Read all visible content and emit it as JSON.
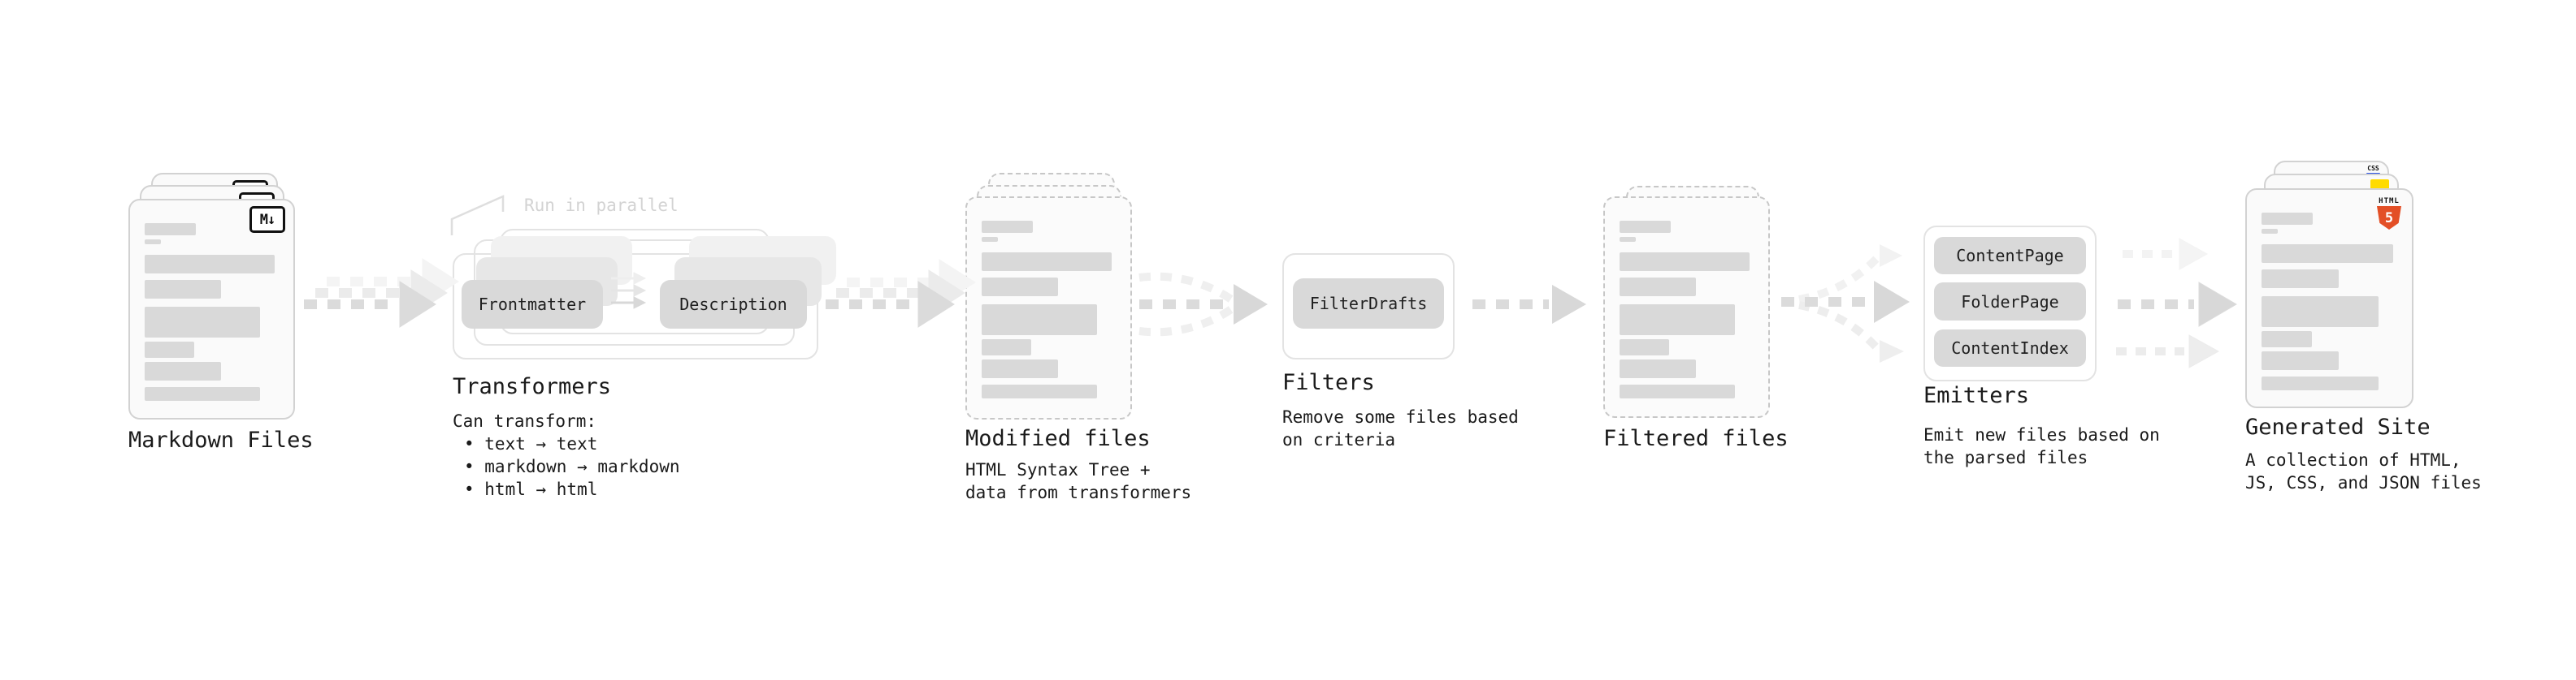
{
  "markdown": {
    "badge": "M↓",
    "title": "Markdown Files"
  },
  "transformers": {
    "parallel_label": "Run in parallel",
    "box1": "Frontmatter",
    "box2": "Description",
    "title": "Transformers",
    "desc_head": "Can transform:",
    "bullets": [
      "• text → text",
      "• markdown → markdown",
      "• html → html"
    ]
  },
  "modified": {
    "title": "Modified files",
    "desc1": "HTML Syntax Tree +",
    "desc2": "data from transformers"
  },
  "filters": {
    "box1": "FilterDrafts",
    "title": "Filters",
    "desc1": "Remove some files based",
    "desc2": "on criteria"
  },
  "filtered": {
    "title": "Filtered files"
  },
  "emitters": {
    "box1": "ContentPage",
    "box2": "FolderPage",
    "box3": "ContentIndex",
    "title": "Emitters",
    "desc1": "Emit new files based on",
    "desc2": "the parsed files"
  },
  "generated": {
    "css_badge": "CSS",
    "html_badge_label": "HTML",
    "html_badge_number": "5",
    "title": "Generated Site",
    "desc1": "A collection of HTML,",
    "desc2": "JS, CSS, and JSON files"
  },
  "colors": {
    "html5_orange": "#e34f26",
    "js_yellow": "#ffdb00",
    "css_blue": "#2d53e5",
    "box_gray": "#d9d9d9",
    "card_border": "#d2d2d2",
    "dashed_border": "#c7c7c7",
    "arrow_gray": "#dbdbdb"
  }
}
